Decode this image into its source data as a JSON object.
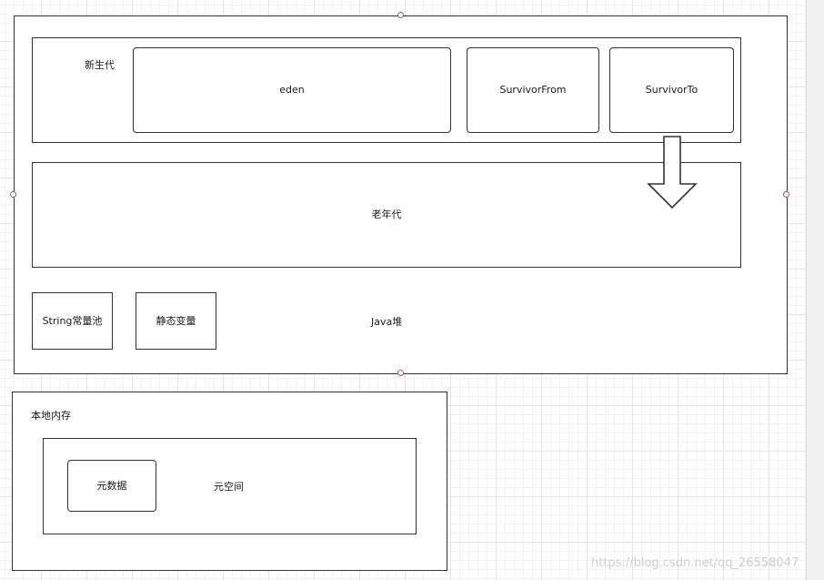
{
  "diagram": {
    "heap": {
      "label": "Java堆",
      "young_gen": {
        "label": "新生代",
        "eden": "eden",
        "survivor_from": "SurvivorFrom",
        "survivor_to": "SurvivorTo"
      },
      "old_gen": "老年代",
      "string_pool": "String常量池",
      "static_vars": "静态变量"
    },
    "native_memory": {
      "label": "本地内存",
      "metaspace": {
        "label": "元空间",
        "metadata": "元数据"
      }
    }
  },
  "watermark": "https://blog.csdn.net/qq_26558047"
}
